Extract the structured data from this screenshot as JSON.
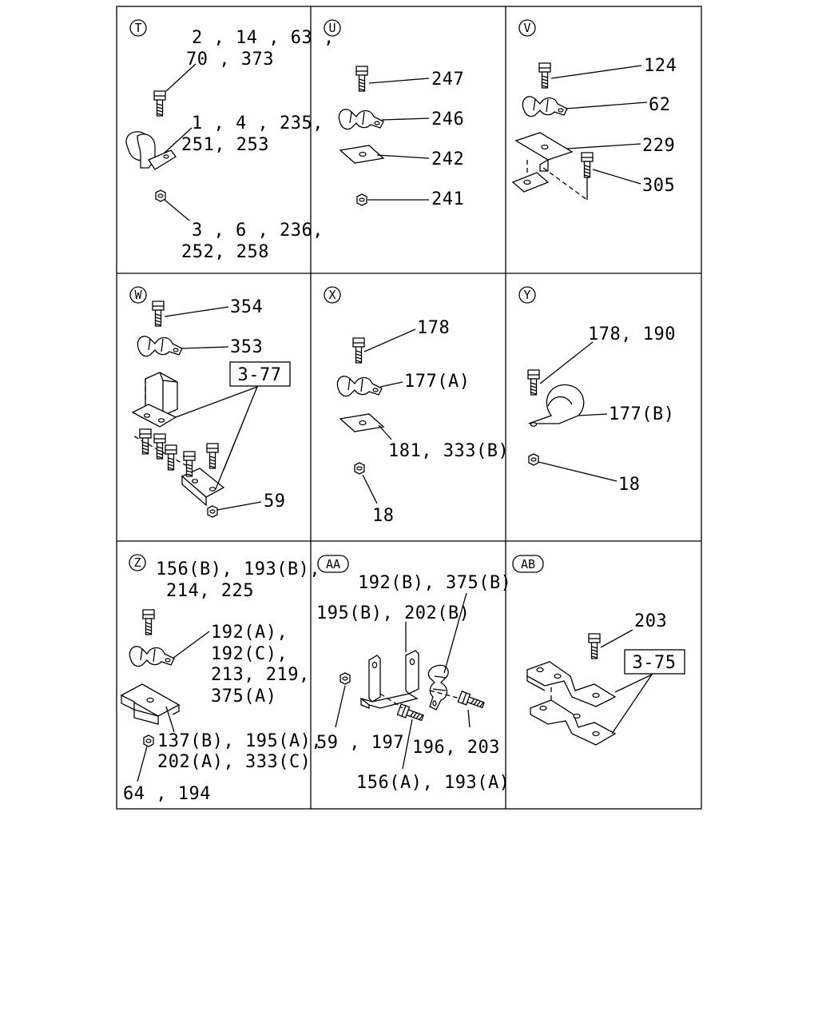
{
  "panels": [
    {
      "id": "T",
      "tag": "T",
      "labels": [
        "2 , 14 , 63 ,",
        "70 , 373",
        "1 , 4 , 235,",
        "251, 253",
        "3 , 6 , 236,",
        "252, 258"
      ]
    },
    {
      "id": "U",
      "tag": "U",
      "labels": [
        "247",
        "246",
        "242",
        "241"
      ]
    },
    {
      "id": "V",
      "tag": "V",
      "labels": [
        "124",
        "62",
        "229",
        "305"
      ]
    },
    {
      "id": "W",
      "tag": "W",
      "labels": [
        "354",
        "353",
        "3-77",
        "59"
      ]
    },
    {
      "id": "X",
      "tag": "X",
      "labels": [
        "178",
        "177(A)",
        "181, 333(B)",
        "18"
      ]
    },
    {
      "id": "Y",
      "tag": "Y",
      "labels": [
        "178, 190",
        "177(B)",
        "18"
      ]
    },
    {
      "id": "Z",
      "tag": "Z",
      "labels": [
        "156(B), 193(B),",
        "214, 225",
        "192(A),",
        "192(C),",
        "213, 219,",
        "375(A)",
        "137(B), 195(A),",
        "202(A), 333(C)",
        "64 , 194"
      ]
    },
    {
      "id": "AA",
      "tag": "AA",
      "labels": [
        "192(B), 375(B)",
        "195(B), 202(B)",
        "59 , 197",
        "196, 203",
        "156(A), 193(A)"
      ]
    },
    {
      "id": "AB",
      "tag": "AB",
      "labels": [
        "203",
        "3-75"
      ]
    }
  ]
}
